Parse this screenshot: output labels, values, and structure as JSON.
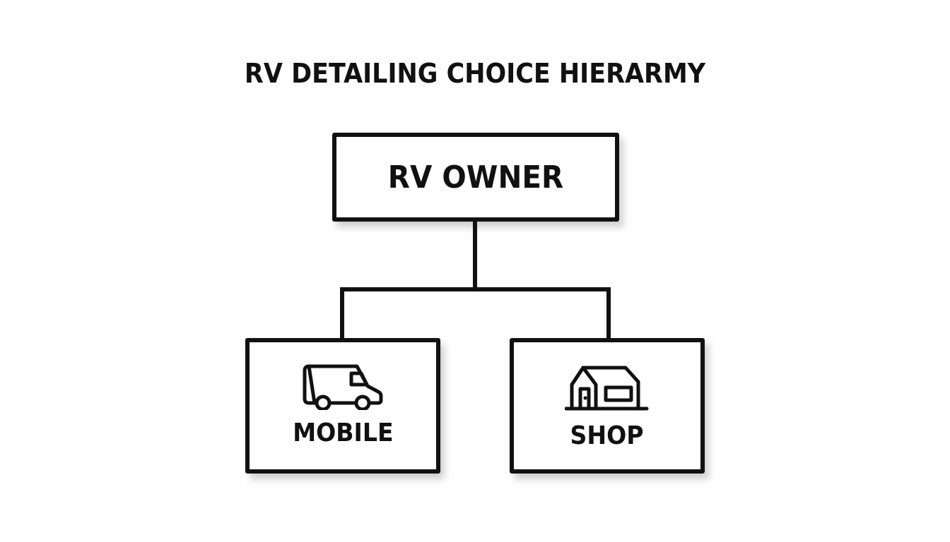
{
  "title": "RV DETAILING CHOICE HIERARMY",
  "root": {
    "label": "RV OWNER"
  },
  "children": [
    {
      "label": "MOBILE",
      "icon": "van-icon"
    },
    {
      "label": "SHOP",
      "icon": "garage-icon"
    }
  ],
  "colors": {
    "stroke": "#111111",
    "background": "#fefefe"
  }
}
